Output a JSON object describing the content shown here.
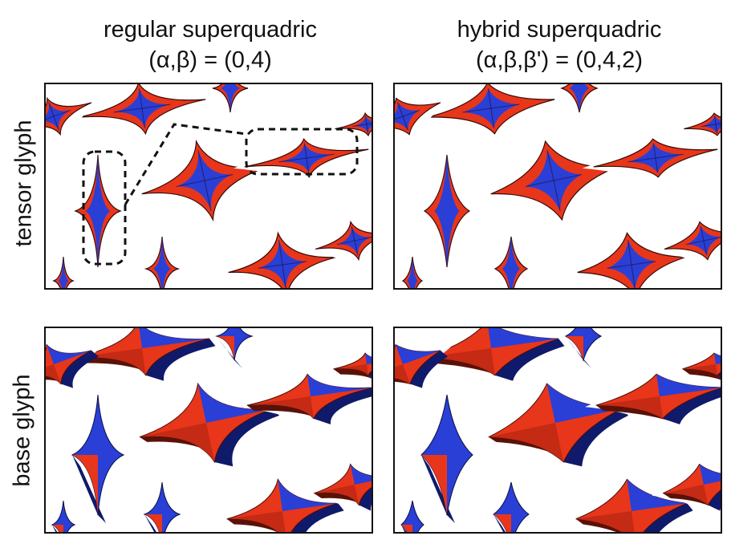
{
  "columns": [
    {
      "title": "regular superquadric",
      "params": "(α,β) = (0,4)"
    },
    {
      "title": "hybrid superquadric",
      "params": "(α,β,β') = (0,4,2)"
    }
  ],
  "rows": [
    {
      "label": "tensor glyph"
    },
    {
      "label": "base glyph"
    }
  ],
  "colors": {
    "red": "#e8361b",
    "blue": "#2a3fd6",
    "dark_blue": "#101a6a",
    "dark_red": "#5a1208",
    "frame": "#111111",
    "background": "#ffffff"
  }
}
